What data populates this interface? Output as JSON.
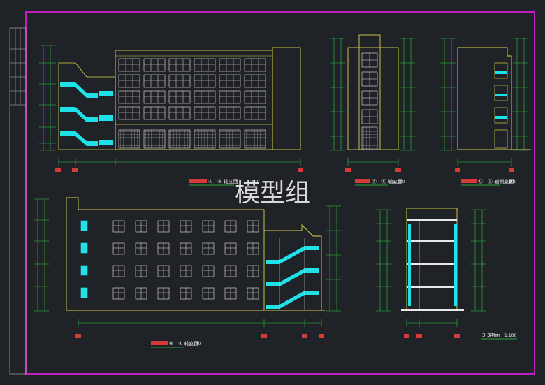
{
  "watermark": "模型组",
  "colors": {
    "background": "#1f2226",
    "frame": "#c020c0",
    "building": "#d9d24a",
    "window": "#e8e8e8",
    "stair": "#20e0e8",
    "dimension": "#2ecc40",
    "axis_tag": "#d83a3a"
  },
  "drawings": [
    {
      "id": "elev-top-left",
      "title": "①—⑨ 轴立面",
      "scale": "1:100"
    },
    {
      "id": "elev-top-mid",
      "title": "Ⓐ—Ⓒ 轴立面",
      "scale": "1:100"
    },
    {
      "id": "elev-top-right",
      "title": "Ⓒ—Ⓐ 轴侧立面",
      "scale": "1:100"
    },
    {
      "id": "elev-bottom-left",
      "title": "⑨—① 轴立面",
      "scale": "1:100"
    },
    {
      "id": "section-3-3",
      "title": "3-3剖面",
      "scale": "1:100"
    }
  ]
}
